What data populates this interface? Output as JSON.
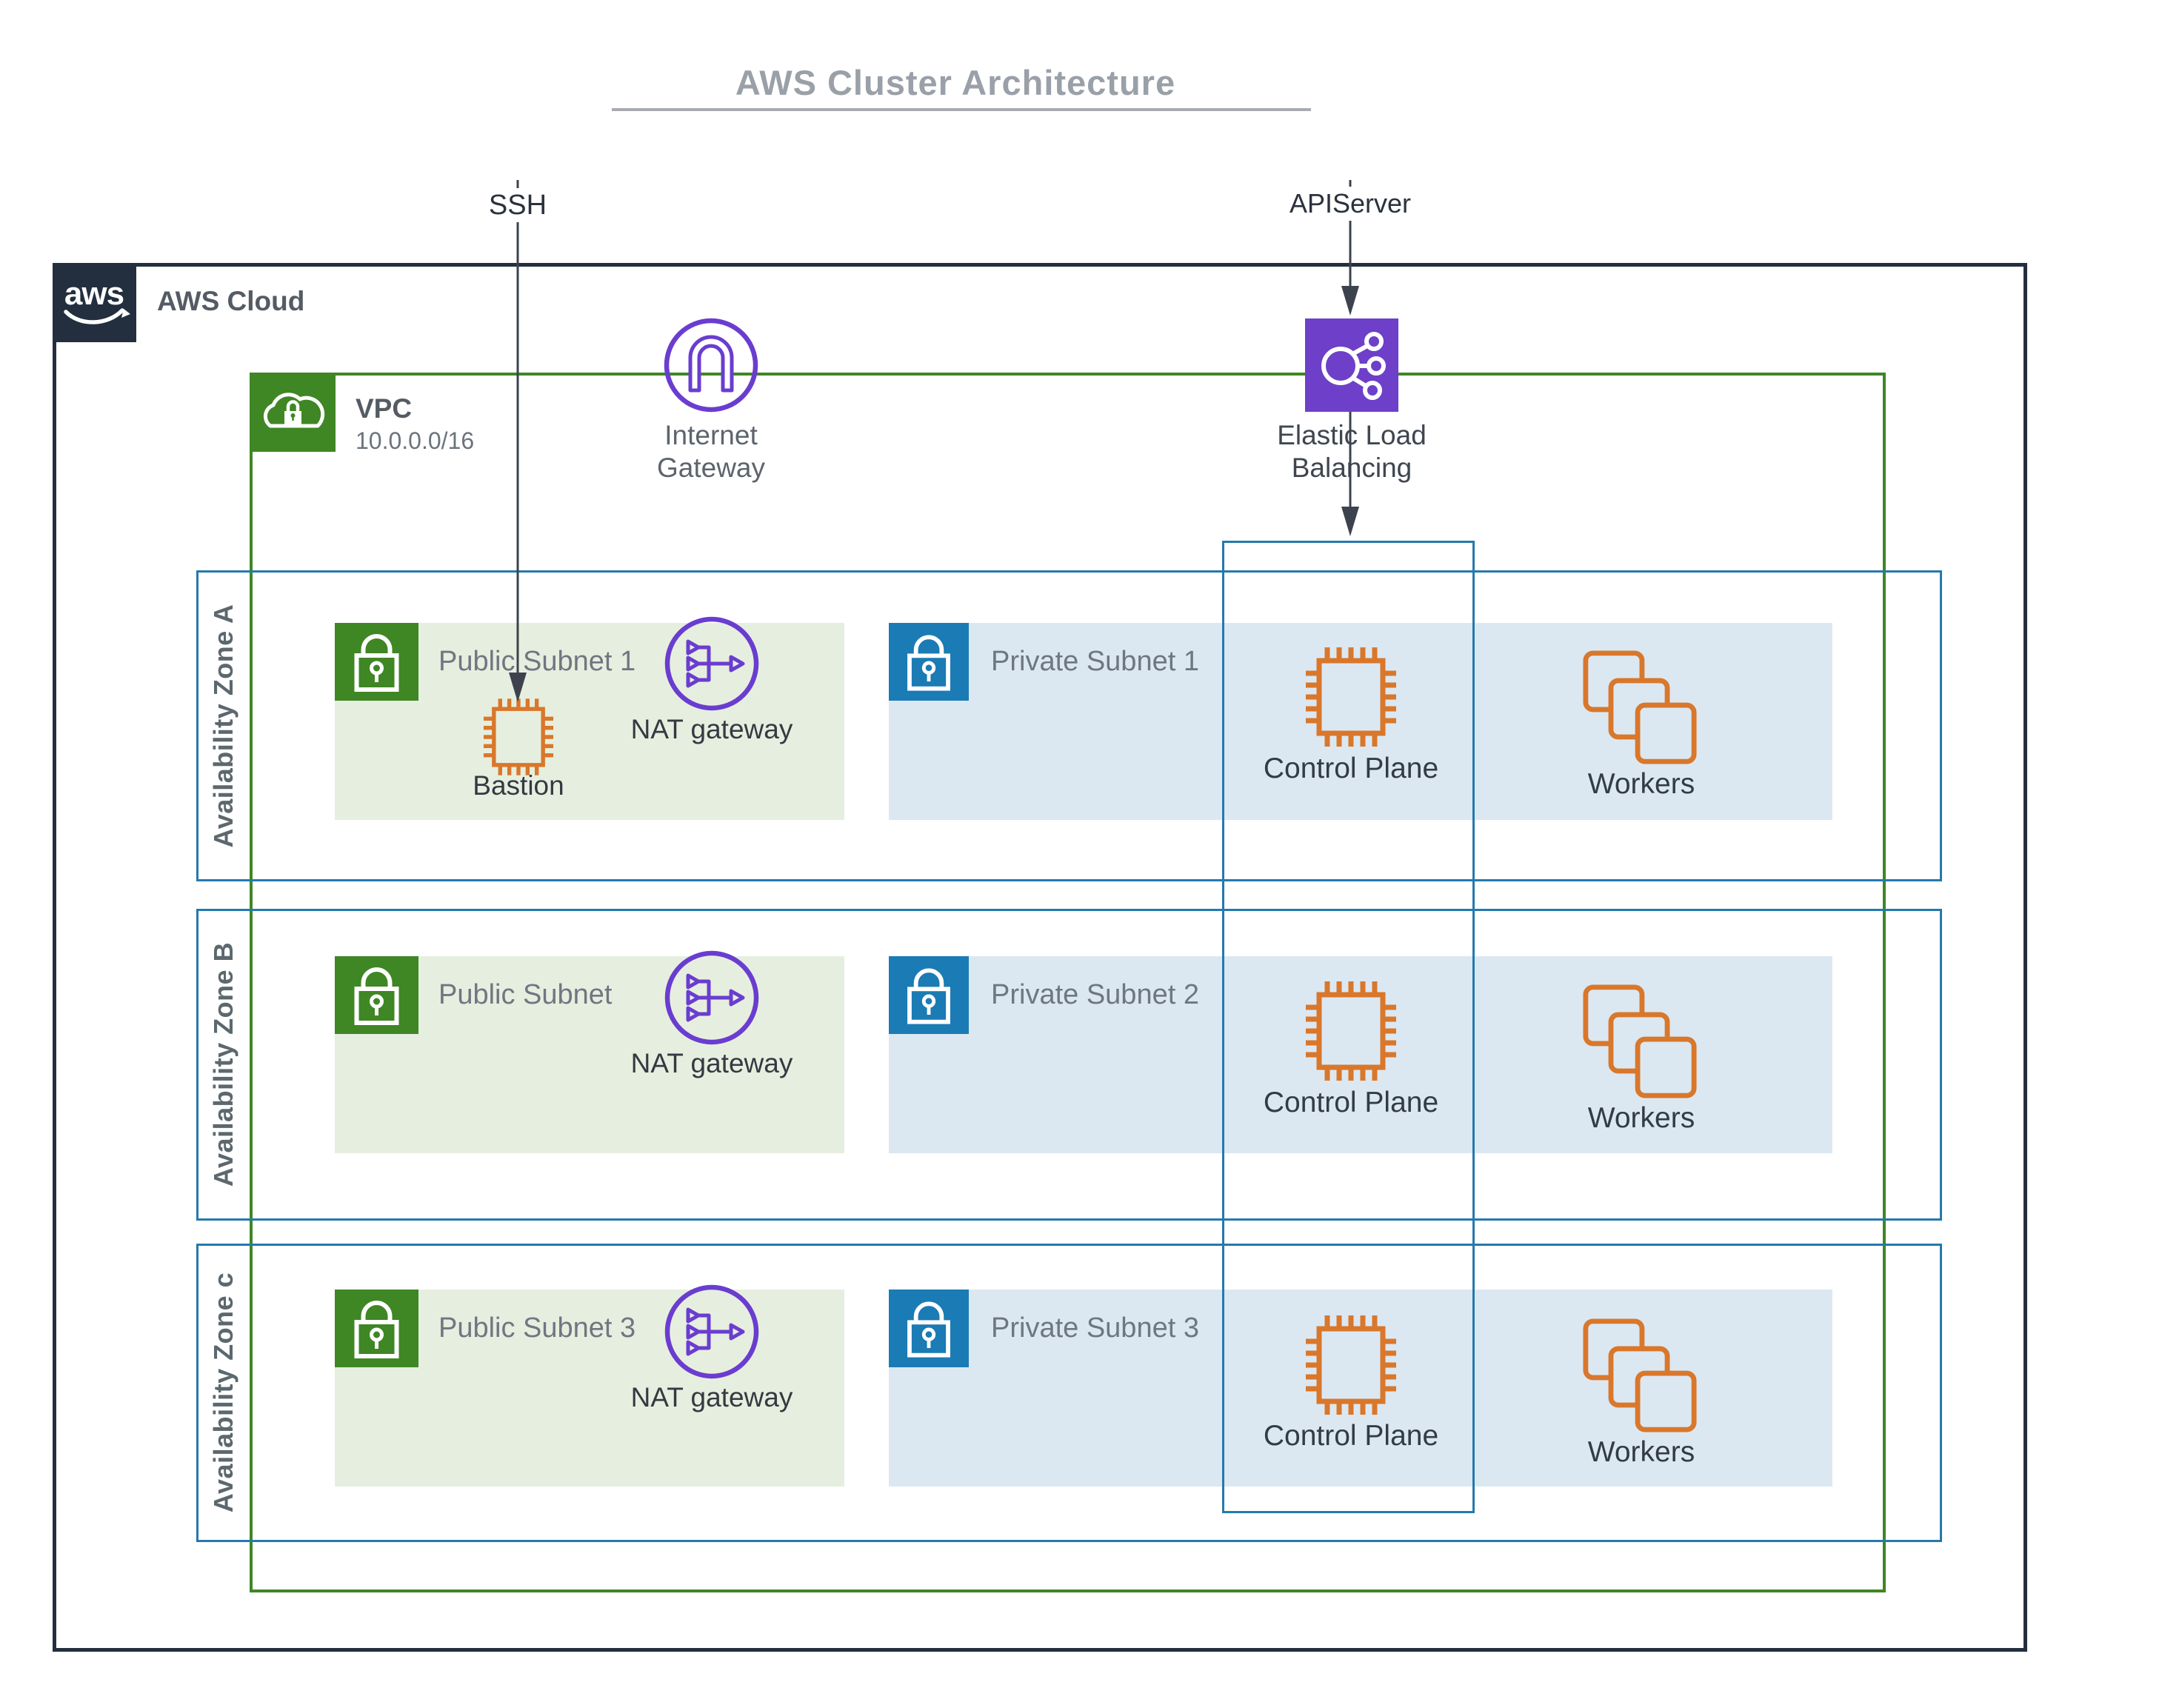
{
  "title": {
    "text": "AWS Cluster Architecture"
  },
  "connections": {
    "ssh_label": "SSH",
    "apiserver_label": "APIServer"
  },
  "aws_cloud": {
    "logo_text": "aws",
    "label": "AWS Cloud"
  },
  "vpc": {
    "label": "VPC",
    "cidr": "10.0.0.0/16"
  },
  "internet_gateway": {
    "label_line1": "Internet",
    "label_line2": "Gateway"
  },
  "elastic_load_balancing": {
    "label_line1": "Elastic Load",
    "label_line2": "Balancing"
  },
  "zones": [
    {
      "label": "Availability Zone A",
      "public_subnet": {
        "label": "Public Subnet 1",
        "nat_gateway_label": "NAT gateway",
        "bastion_label": "Bastion"
      },
      "private_subnet": {
        "label": "Private Subnet 1",
        "control_plane_label": "Control Plane",
        "workers_label": "Workers"
      }
    },
    {
      "label": "Availability Zone B",
      "public_subnet": {
        "label": "Public Subnet",
        "nat_gateway_label": "NAT gateway"
      },
      "private_subnet": {
        "label": "Private Subnet 2",
        "control_plane_label": "Control Plane",
        "workers_label": "Workers"
      }
    },
    {
      "label": "Availability Zone c",
      "public_subnet": {
        "label": "Public Subnet 3",
        "nat_gateway_label": "NAT gateway"
      },
      "private_subnet": {
        "label": "Private Subnet 3",
        "control_plane_label": "Control Plane",
        "workers_label": "Workers"
      }
    }
  ],
  "colors": {
    "aws_navy": "#232f3e",
    "vpc_green": "#3f8624",
    "public_subnet_bg": "#e6efdf",
    "private_lock_blue": "#1b7bb4",
    "private_subnet_bg": "#dbe8f2",
    "az_border_blue": "#2579ad",
    "gateway_purple": "#6a3dd0",
    "elb_fill_purple": "#6e3fc9",
    "compute_orange": "#d9772b",
    "title_gray": "#9aa0a8",
    "arrow_dark": "#3c434e"
  }
}
